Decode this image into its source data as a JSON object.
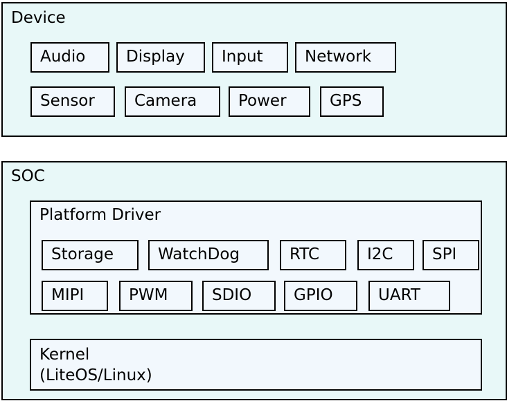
{
  "device": {
    "title": "Device",
    "items": [
      "Audio",
      "Display",
      "Input",
      "Network",
      "Sensor",
      "Camera",
      "Power",
      "GPS"
    ]
  },
  "soc": {
    "title": "SOC",
    "platform_driver": {
      "title": "Platform Driver",
      "items": [
        "Storage",
        "WatchDog",
        "RTC",
        "I2C",
        "SPI",
        "MIPI",
        "PWM",
        "SDIO",
        "GPIO",
        "UART"
      ]
    },
    "kernel": {
      "line1": "Kernel",
      "line2": "(LiteOS/Linux)"
    }
  },
  "colors": {
    "outer_fill": "#e8f8f8",
    "inner_fill": "#f2f8fd",
    "border": "#000000"
  }
}
